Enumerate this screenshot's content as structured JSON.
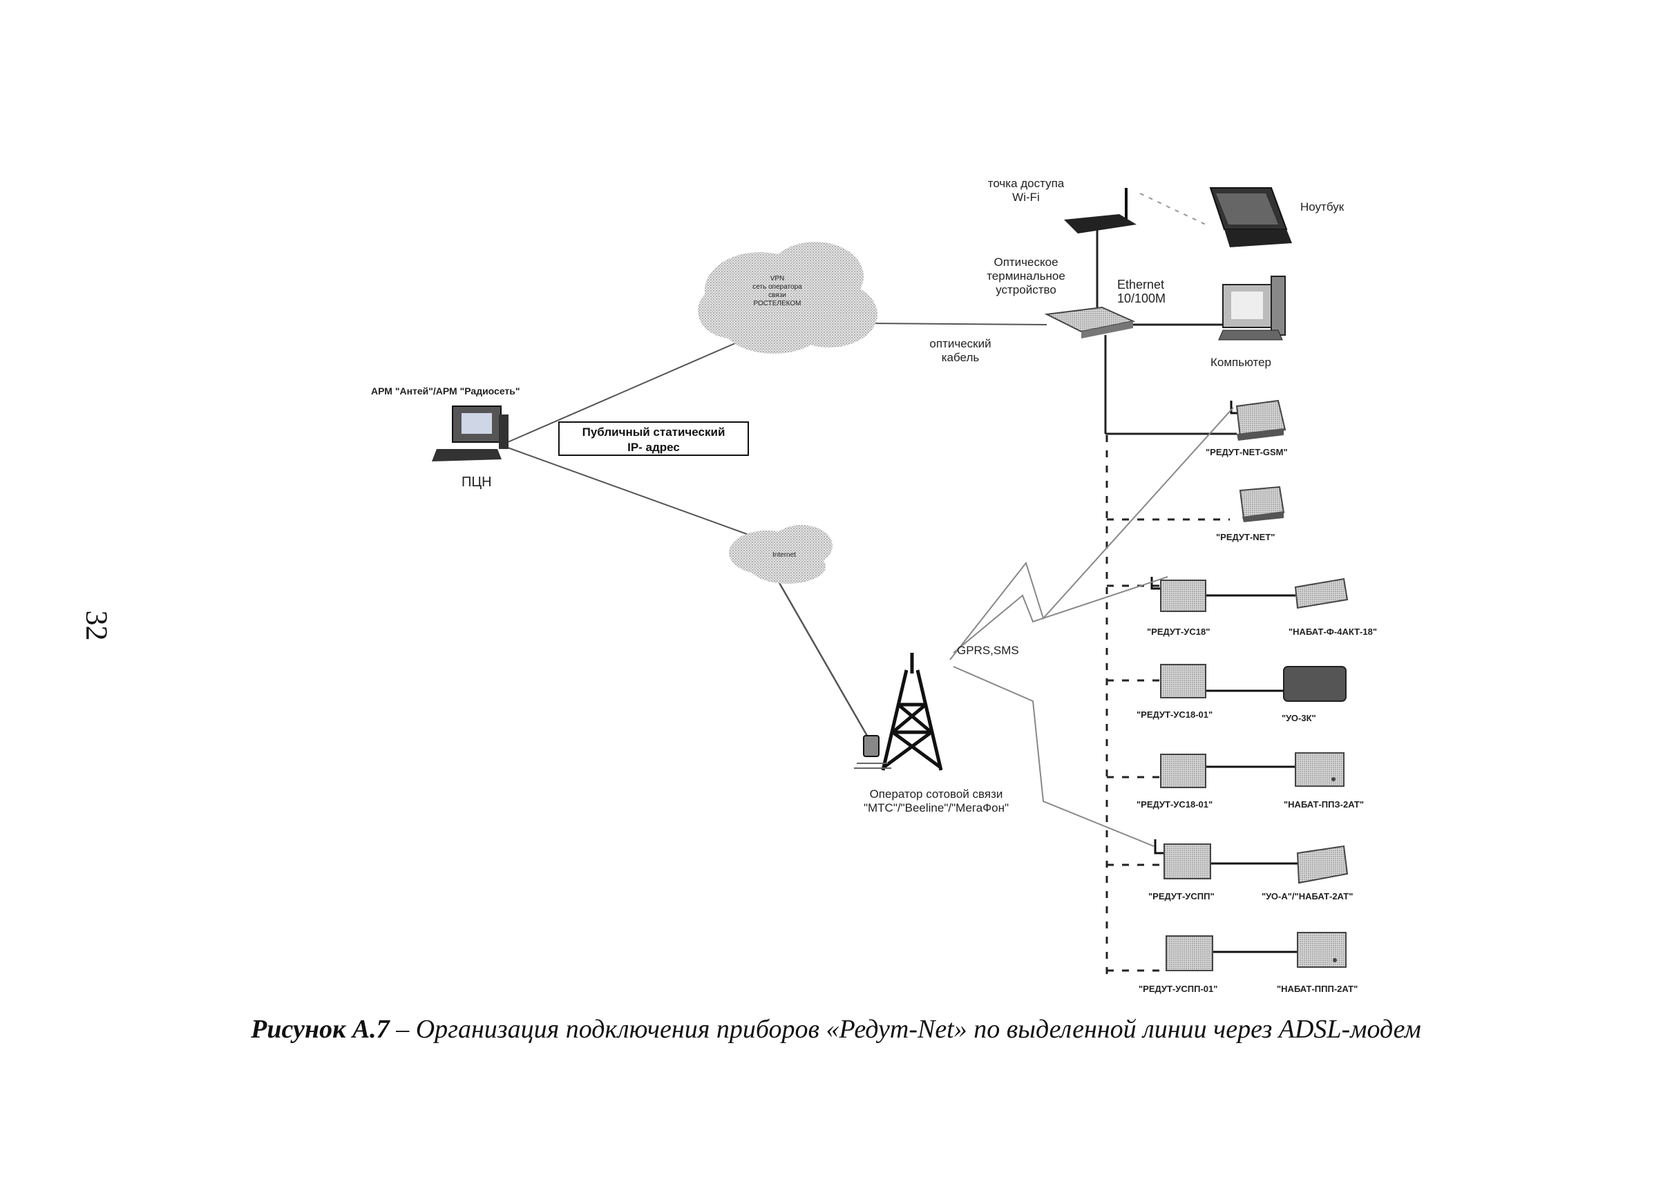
{
  "page_number": "32",
  "caption": {
    "prefix": "Рисунок А.7",
    "text": " – Организация подключения приборов «Редут-Net» по выделенной линии через ADSL-модем"
  },
  "labels": {
    "wifi": [
      "точка доступа",
      "Wi-Fi"
    ],
    "laptop": "Ноутбук",
    "ont": [
      "Оптическое",
      "терминальное",
      "устройство"
    ],
    "ethernet": [
      "Ethernet",
      "10/100M"
    ],
    "computer": "Компьютер",
    "optical_cable": [
      "оптический",
      "кабель"
    ],
    "arm": "АРМ \"Антей\"/АРМ \"Радиосеть\"",
    "ip": [
      "Публичный статический",
      "IP- адрес"
    ],
    "pcn": "ПЦН",
    "vpn_cloud": [
      "VPN",
      "сеть оператора",
      "связи",
      "РОСТЕЛЕКОМ"
    ],
    "internet_cloud": "Internet",
    "gprs": "GPRS,SMS",
    "operator": [
      "Оператор сотовой связи",
      "\"МТС\"/\"Beeline\"/\"МегаФон\""
    ]
  },
  "devices": {
    "net_gsm": "\"РЕДУТ-NET-GSM\"",
    "net": "\"РЕДУТ-NET\"",
    "us18": "\"РЕДУТ-УС18\"",
    "nabat_f4akt": "\"НАБАТ-Ф-4АКТ-18\"",
    "us18_01a": "\"РЕДУТ-УС18-01\"",
    "uo3k": "\"УО-3К\"",
    "us18_01b": "\"РЕДУТ-УС18-01\"",
    "nabat_pp32at": "\"НАБАТ-ППЗ-2АТ\"",
    "uspp": "\"РЕДУТ-УСПП\"",
    "uoa_nabat": "\"УО-А\"/\"НАБАТ-2АТ\"",
    "uspp01": "\"РЕДУТ-УСПП-01\"",
    "nabat_ppp": "\"НАБАТ-ППП-2АТ\""
  }
}
